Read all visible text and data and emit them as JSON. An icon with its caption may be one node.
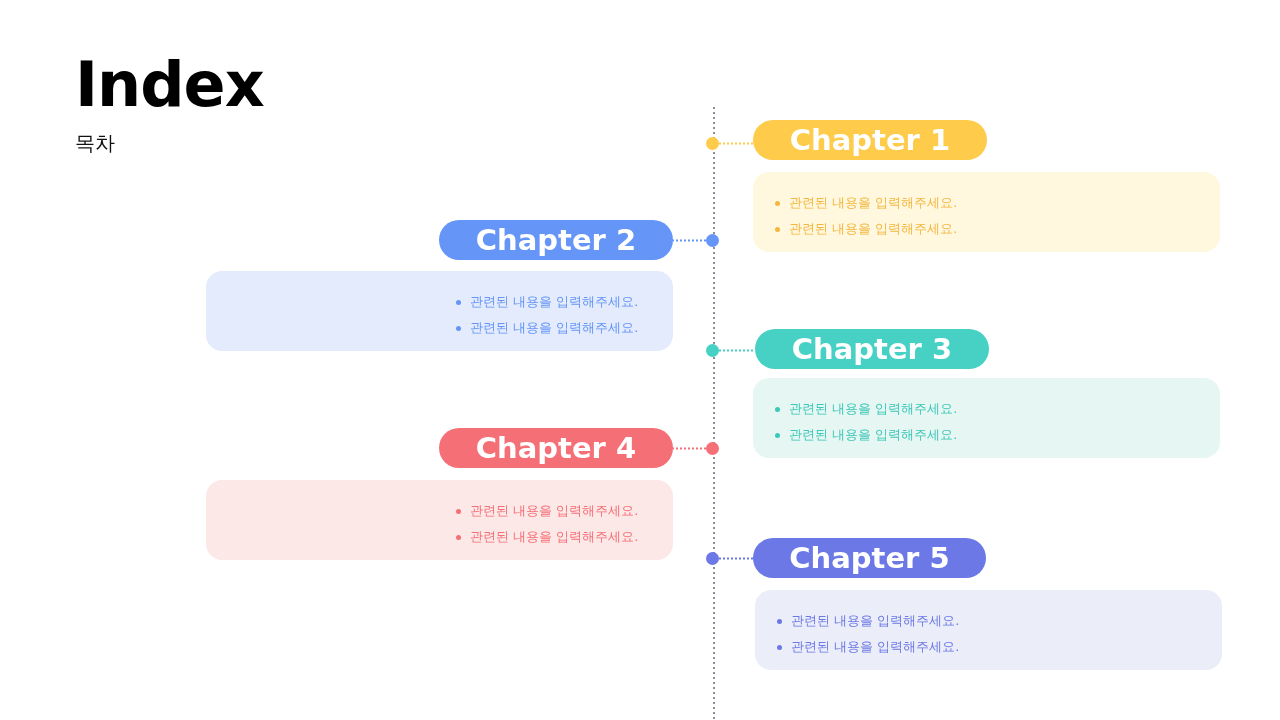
{
  "diagram": {
    "title": "Index",
    "nodes": [
      {
        "text": [],
        "shape": "circle"
      },
      {
        "text": [
          "Chapter 1"
        ]
      },
      {
        "text": [
          "관련된 내용을 입력해주세요.",
          "관련된 내용을 입력해주세요."
        ]
      },
      {
        "text": [],
        "shape": "circle"
      },
      {
        "text": [
          "Chapter 2"
        ]
      },
      {
        "text": [
          "관련된 내용을 입력해주세요.",
          "관련된 내용을 입력해주세요."
        ]
      },
      {
        "text": [],
        "shape": "circle"
      },
      {
        "text": [
          "Chapter 3"
        ]
      },
      {
        "text": [
          "관련된 내용을 입력해주세요.",
          "관련된 내용을 입력해주세요."
        ]
      },
      {
        "text": [],
        "shape": "circle"
      },
      {
        "text": [
          "Chapter 4"
        ]
      },
      {
        "text": [
          "관련된 내용을 입력해주세요.",
          "관련된 내용을 입력해주세요."
        ]
      },
      {
        "text": [],
        "shape": "circle"
      },
      {
        "text": [
          "Chapter 5"
        ]
      },
      {
        "text": [
          "관련된 내용을 입력해주세요.",
          "관련된 내용을 입력해주세요."
        ]
      }
    ],
    "edges": [
      {
        "from": 0,
        "to": 1,
        "arrow": "none",
        "color": "#fecb4a"
      },
      {
        "from": 3,
        "to": 4,
        "arrow": "none",
        "color": "#6495f7"
      },
      {
        "from": 6,
        "to": 7,
        "arrow": "none",
        "color": "#47d1c4"
      },
      {
        "from": 9,
        "to": 10,
        "arrow": "none",
        "color": "#f56f76"
      },
      {
        "from": 12,
        "to": 13,
        "arrow": "none",
        "color": "#6b78e6"
      }
    ],
    "labels": [
      "목차"
    ]
  }
}
